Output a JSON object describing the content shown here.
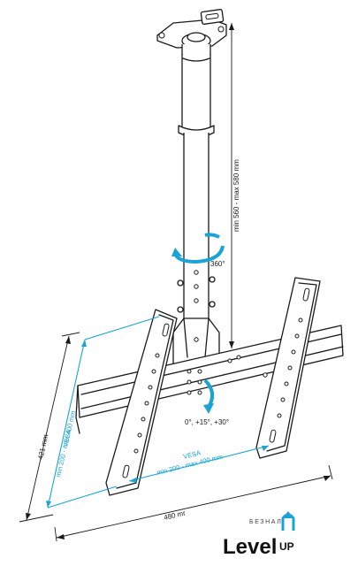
{
  "diagram": {
    "labels": {
      "pole_length": "min 560 - max 580 mm",
      "rotation": "360°",
      "tilt": "0°, +15°, +30°",
      "height": "421 mm",
      "width": "480 mr",
      "vesa_vertical_line1": "VESA",
      "vesa_vertical_line2": "min 200 - max 400 mm",
      "vesa_horizontal_line1": "VESA",
      "vesa_horizontal_line2": "min 200 - max 400 mm"
    },
    "colors": {
      "line": "#1a1a1a",
      "accent": "#1aa3d4"
    }
  },
  "logo": {
    "small_text": "БЕЗНАЛ",
    "main_text": "Level",
    "up_text": "UP",
    "icon": "up-arrow-icon"
  }
}
